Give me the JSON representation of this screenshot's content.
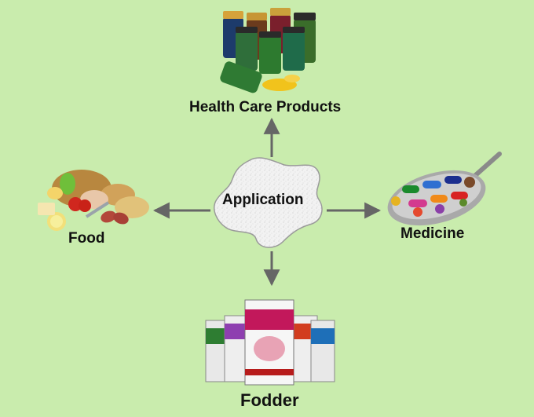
{
  "center": {
    "label": "Application"
  },
  "nodes": {
    "health_care": {
      "label": "Health Care Products"
    },
    "food": {
      "label": "Food"
    },
    "medicine": {
      "label": "Medicine"
    },
    "fodder": {
      "label": "Fodder"
    }
  },
  "colors": {
    "background": "#c9ecad",
    "arrow": "#666666",
    "blob": "#f1f1f1"
  },
  "icons": [
    "supplement-bottles-image",
    "food-platter-image",
    "capsule-pills-image",
    "fodder-bags-image"
  ]
}
